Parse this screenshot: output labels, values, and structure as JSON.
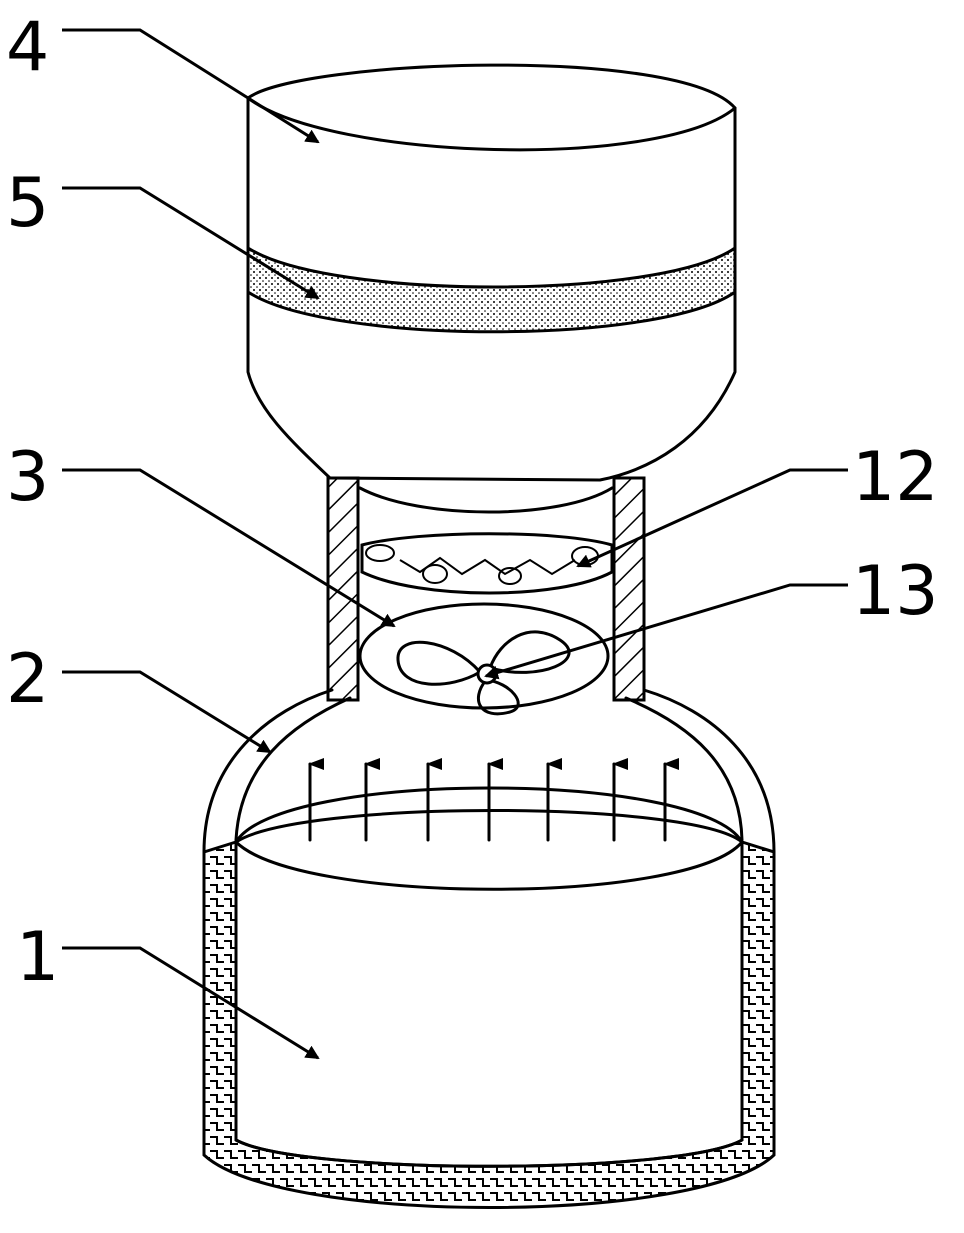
{
  "labels": {
    "l4": "4",
    "l5": "5",
    "l3": "3",
    "l12": "12",
    "l13": "13",
    "l2": "2",
    "l1": "1"
  },
  "colors": {
    "line": "#000000",
    "background": "#ffffff"
  }
}
